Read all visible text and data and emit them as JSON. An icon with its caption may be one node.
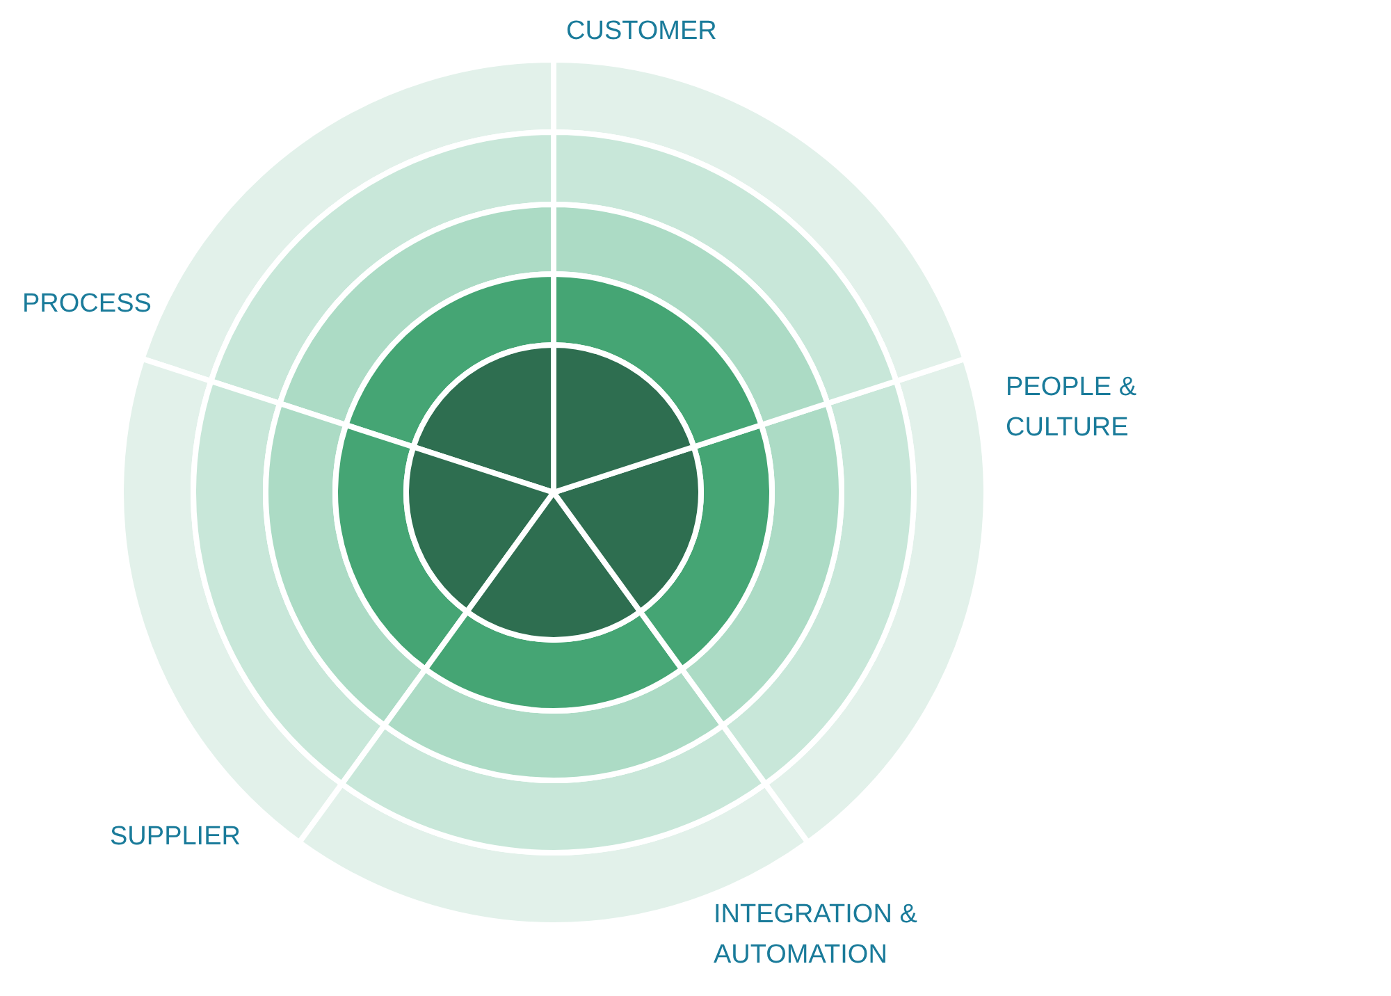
{
  "diagram": {
    "labels": [
      "CUSTOMER",
      "PROCESS",
      "PEOPLE & CULTURE",
      "SUPPLIER",
      "INTEGRATION & AUTOMATION"
    ]
  }
}
